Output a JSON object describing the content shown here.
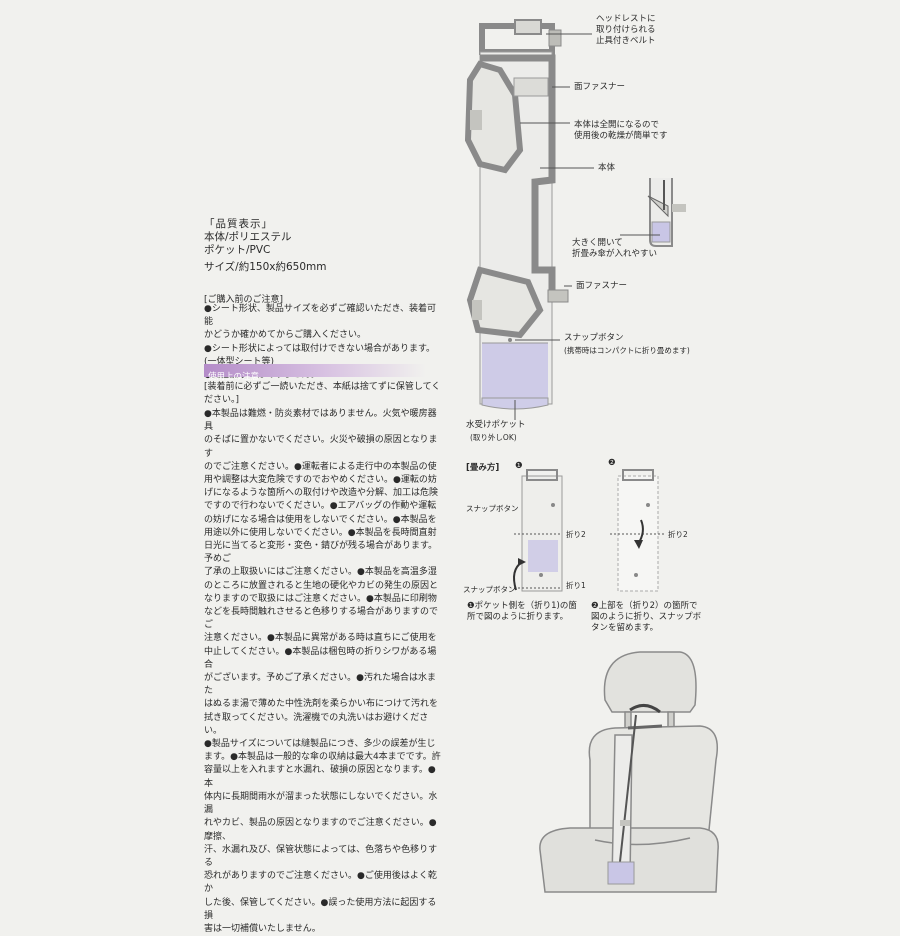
{
  "spec": {
    "title": "「品質表示」",
    "lines": [
      "本体/ポリエステル",
      "ポケット/PVC"
    ],
    "size": "サイズ/約150x約650mm"
  },
  "purchase_notes": {
    "heading": "[ご購入前のご注意]",
    "body": "●シート形状、製品サイズを必ずご確認いただき、装着可能\nかどうか確かめてからご購入ください。\n●シート形状によっては取付けできない場合があります。\n(一体型シート等)\n●完全防水ではありません。"
  },
  "usage_notes": {
    "heading": "使用上の注意",
    "intro": "[装着前に必ずご一読いただき、本紙は捨てずに保管してく\nださい。]",
    "body": "●本製品は難燃・防炎素材ではありません。火気や暖房器具\nのそばに置かないでください。火災や破損の原因となります\nのでご注意ください。●運転者による走行中の本製品の使\n用や調整は大変危険ですのでおやめください。●運転の妨\nげになるような箇所への取付けや改造や分解、加工は危険\nですので行わないでください。●エアバッグの作動や運転\nの妨げになる場合は使用をしないでください。●本製品を\n用途以外に使用しないでください。●本製品を長時間直射\n日光に当てると変形・変色・錆びが残る場合があります。予めご\n了承の上取扱いにはご注意ください。●本製品を高温多湿\nのところに放置されると生地の硬化やカビの発生の原因と\nなりますので取扱にはご注意ください。●本製品に印刷物\nなどを長時間触れさせると色移りする場合がありますのでご\n注意ください。●本製品に異常がある時は直ちにご使用を\n中止してください。●本製品は梱包時の折りシワがある場合\nがございます。予めご了承ください。●汚れた場合は水また\nはぬるま湯で薄めた中性洗剤を柔らかい布につけて汚れを\n拭き取ってください。洗濯機での丸洗いはお避けください。\n●製品サイズについては縫製品につき、多少の誤差が生じ\nます。●本製品は一般的な傘の収納は最大4本までです。許\n容量以上を入れますと水漏れ、破損の原因となります。●本\n体内に長期間雨水が溜まった状態にしないでください。水漏\nれやカビ、製品の原因となりますのでご注意ください。●摩擦、\n汗、水漏れ及び、保管状態によっては、色落ちや色移りする\n恐れがありますのでご注意ください。●ご使用後はよく乾か\nした後、保管してください。●誤った使用方法に起因する損\n害は一切補償いたしません。"
  },
  "diagram_labels": {
    "headrest_belt": "ヘッドレストに\n取り付けられる\n止具付きベルト",
    "velcro_top": "面ファスナー",
    "full_open": "本体は全開になるので\n使用後の乾燥が簡単です",
    "body": "本体",
    "folding_umbrella": "大きく開いて\n折畳み傘が入れやすい",
    "velcro_mid": "面ファスナー",
    "snap_button": "スナップボタン",
    "snap_note": "(携帯時はコンパクトに折り畳めます)",
    "water_pocket": "水受けポケット",
    "removable": "(取り外しOK)"
  },
  "folding": {
    "heading": "[畳み方]",
    "step1_num": "❶",
    "step2_num": "❷",
    "snap_label_top": "スナップボタン",
    "snap_label_bottom": "スナップボタン",
    "fold2_left": "折り2",
    "fold1_left": "折り1",
    "fold2_right": "折り2",
    "step1_text": "❶ポケット側を（折り1)の箇\n所で図のように折ります。",
    "step2_text": "❷上部を（折り2）の箇所で\n図のように折り、スナップボ\nタンを留めます。"
  },
  "colors": {
    "accent_purple": "#b48cc8",
    "frame_gray": "#8a8a8a",
    "pocket_purple": "#c9c6e6"
  }
}
